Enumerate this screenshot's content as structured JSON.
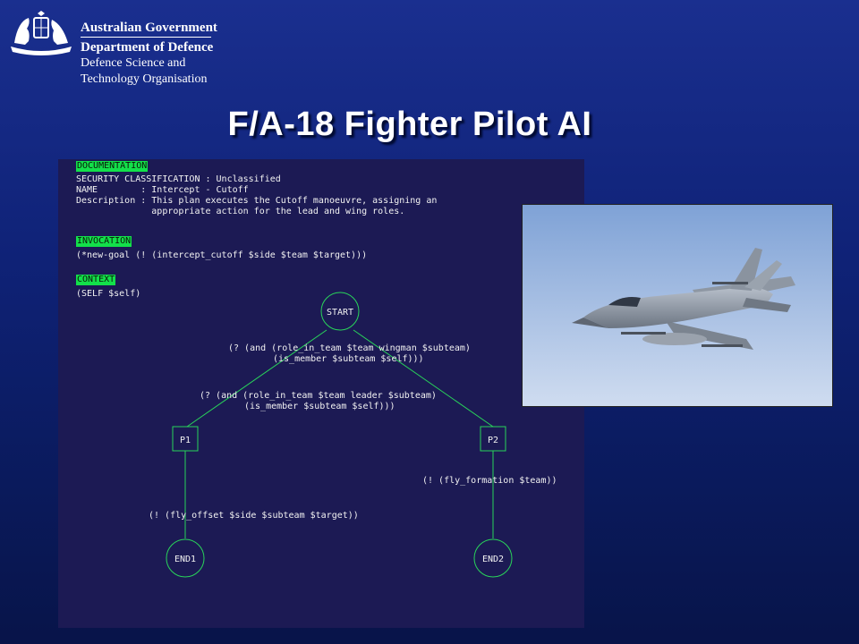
{
  "header": {
    "org_line1": "Australian Government",
    "org_line2": "Department of Defence",
    "org_line3": "Defence Science and",
    "org_line4": "Technology Organisation"
  },
  "slide": {
    "title": "F/A-18 Fighter Pilot AI"
  },
  "plan": {
    "documentation_label": "DOCUMENTATION",
    "doc_line1": "SECURITY CLASSIFICATION : Unclassified",
    "doc_line2": "NAME        : Intercept - Cutoff",
    "doc_line3": "Description : This plan executes the Cutoff manoeuvre, assigning an",
    "doc_line4": "              appropriate action for the lead and wing roles.",
    "invocation_label": "INVOCATION",
    "invocation_text": "(*new-goal (! (intercept_cutoff $side $team $target)))",
    "context_label": "CONTEXT",
    "context_text": "(SELF $self)"
  },
  "graph": {
    "start": "START",
    "p1": "P1",
    "p2": "P2",
    "end1": "END1",
    "end2": "END2",
    "edge_start_p2_line1": "(? (and (role_in_team $team wingman $subteam)",
    "edge_start_p2_line2": "(is_member $subteam $self)))",
    "edge_start_p1_line1": "(? (and (role_in_team $team leader $subteam)",
    "edge_start_p1_line2": "(is_member $subteam $self)))",
    "edge_p2_end2": "(! (fly_formation $team))",
    "edge_p1_end1": "(! (fly_offset $side $subteam $target))"
  },
  "colors": {
    "background": "#0f2277",
    "panel": "#1c1a54",
    "node_stroke": "#29d45a",
    "section_label_bg": "#13e04a"
  }
}
